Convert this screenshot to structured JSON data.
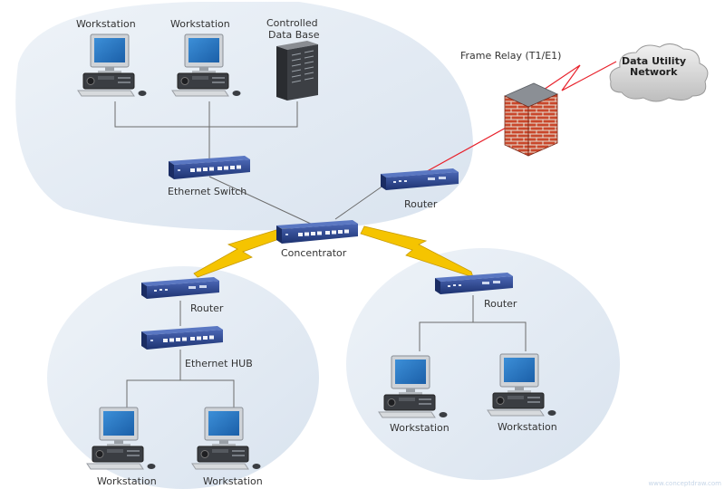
{
  "labels": {
    "workstation_top_1": "Workstation",
    "workstation_top_2": "Workstation",
    "controlled_db_line1": "Controlled",
    "controlled_db_line2": "Data Base",
    "frame_relay": "Frame Relay (T1/E1)",
    "cloud_line1": "Data Utility",
    "cloud_line2": "Network",
    "ethernet_switch": "Ethernet Switch",
    "router_top": "Router",
    "concentrator": "Concentrator",
    "router_left": "Router",
    "ethernet_hub": "Ethernet HUB",
    "router_right": "Router",
    "workstation_right_1": "Workstation",
    "workstation_right_2": "Workstation",
    "workstation_bottom_1": "Workstation",
    "workstation_bottom_2": "Workstation",
    "watermark": "www.conceptdraw.com"
  },
  "colors": {
    "zone_fill": "#dde6f1",
    "zone_fill_light": "#eef3f8",
    "device_blue": "#233b7a",
    "device_blue_light": "#3d5aa8",
    "lightning": "#f5c400",
    "frame_relay_line": "#e8202a",
    "cable": "#6b6b6b",
    "firewall_brick": "#c9472b",
    "cloud": "#d7d7d7"
  },
  "icons": [
    "workstation-icon",
    "database-server-icon",
    "firewall-icon",
    "cloud-icon",
    "switch-icon",
    "router-icon",
    "hub-icon",
    "concentrator-icon",
    "lightning-link-icon"
  ]
}
